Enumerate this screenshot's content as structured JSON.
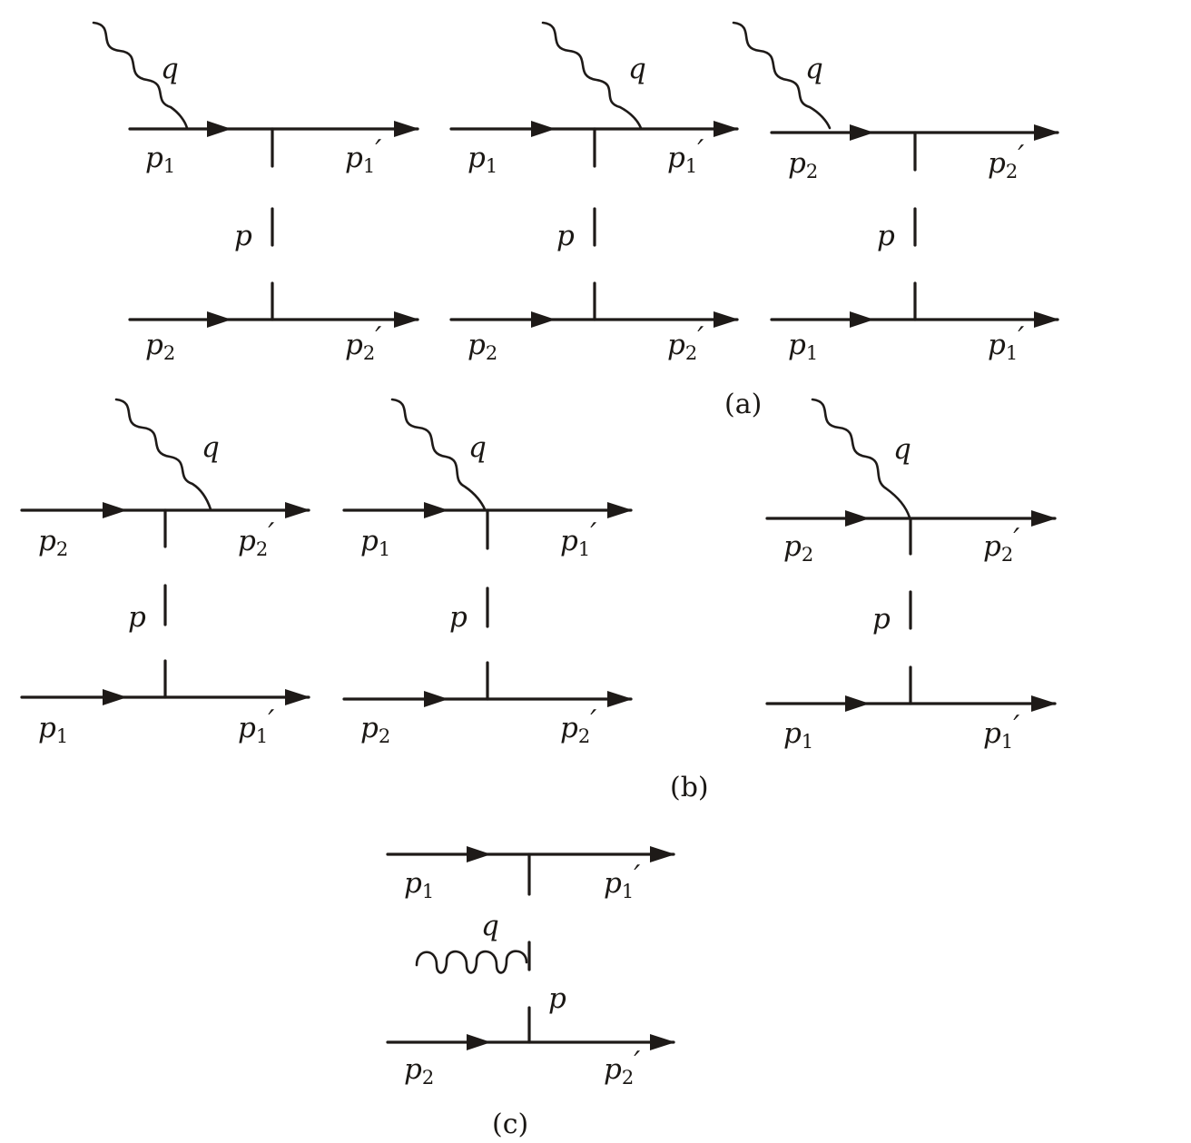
{
  "labels": {
    "q": "q",
    "p": "p",
    "p1": "p",
    "p1_sub": "1",
    "p2": "p",
    "p2_sub": "2",
    "prime": "′"
  },
  "captions": {
    "a": "(a)",
    "b": "(b)",
    "c": "(c)"
  },
  "figure": {
    "ink_color": "#1e1a18",
    "panels": [
      {
        "id": "a",
        "diagrams": [
          {
            "photon_on": "top",
            "top_in": "p1",
            "top_out": "p1′",
            "bottom_in": "p2",
            "bottom_out": "p2′",
            "exchange": "p"
          },
          {
            "photon_on": "top",
            "top_in": "p1",
            "top_out": "p1′",
            "bottom_in": "p2",
            "bottom_out": "p2′",
            "exchange": "p"
          },
          {
            "photon_on": "top",
            "top_in": "p2",
            "top_out": "p2′",
            "bottom_in": "p1",
            "bottom_out": "p1′",
            "exchange": "p"
          }
        ]
      },
      {
        "id": "b",
        "diagrams": [
          {
            "photon_on": "top",
            "top_in": "p2",
            "top_out": "p2′",
            "bottom_in": "p1",
            "bottom_out": "p1′",
            "exchange": "p"
          },
          {
            "photon_on": "top",
            "top_in": "p1",
            "top_out": "p1′",
            "bottom_in": "p2",
            "bottom_out": "p2′",
            "exchange": "p"
          },
          {
            "photon_on": "vertex",
            "top_in": "p2",
            "top_out": "p2′",
            "bottom_in": "p1",
            "bottom_out": "p1′",
            "exchange": "p"
          }
        ]
      },
      {
        "id": "c",
        "diagrams": [
          {
            "photon_on": "exchange",
            "top_in": "p1",
            "top_out": "p1′",
            "bottom_in": "p2",
            "bottom_out": "p2′",
            "exchange": "p"
          }
        ]
      }
    ]
  }
}
